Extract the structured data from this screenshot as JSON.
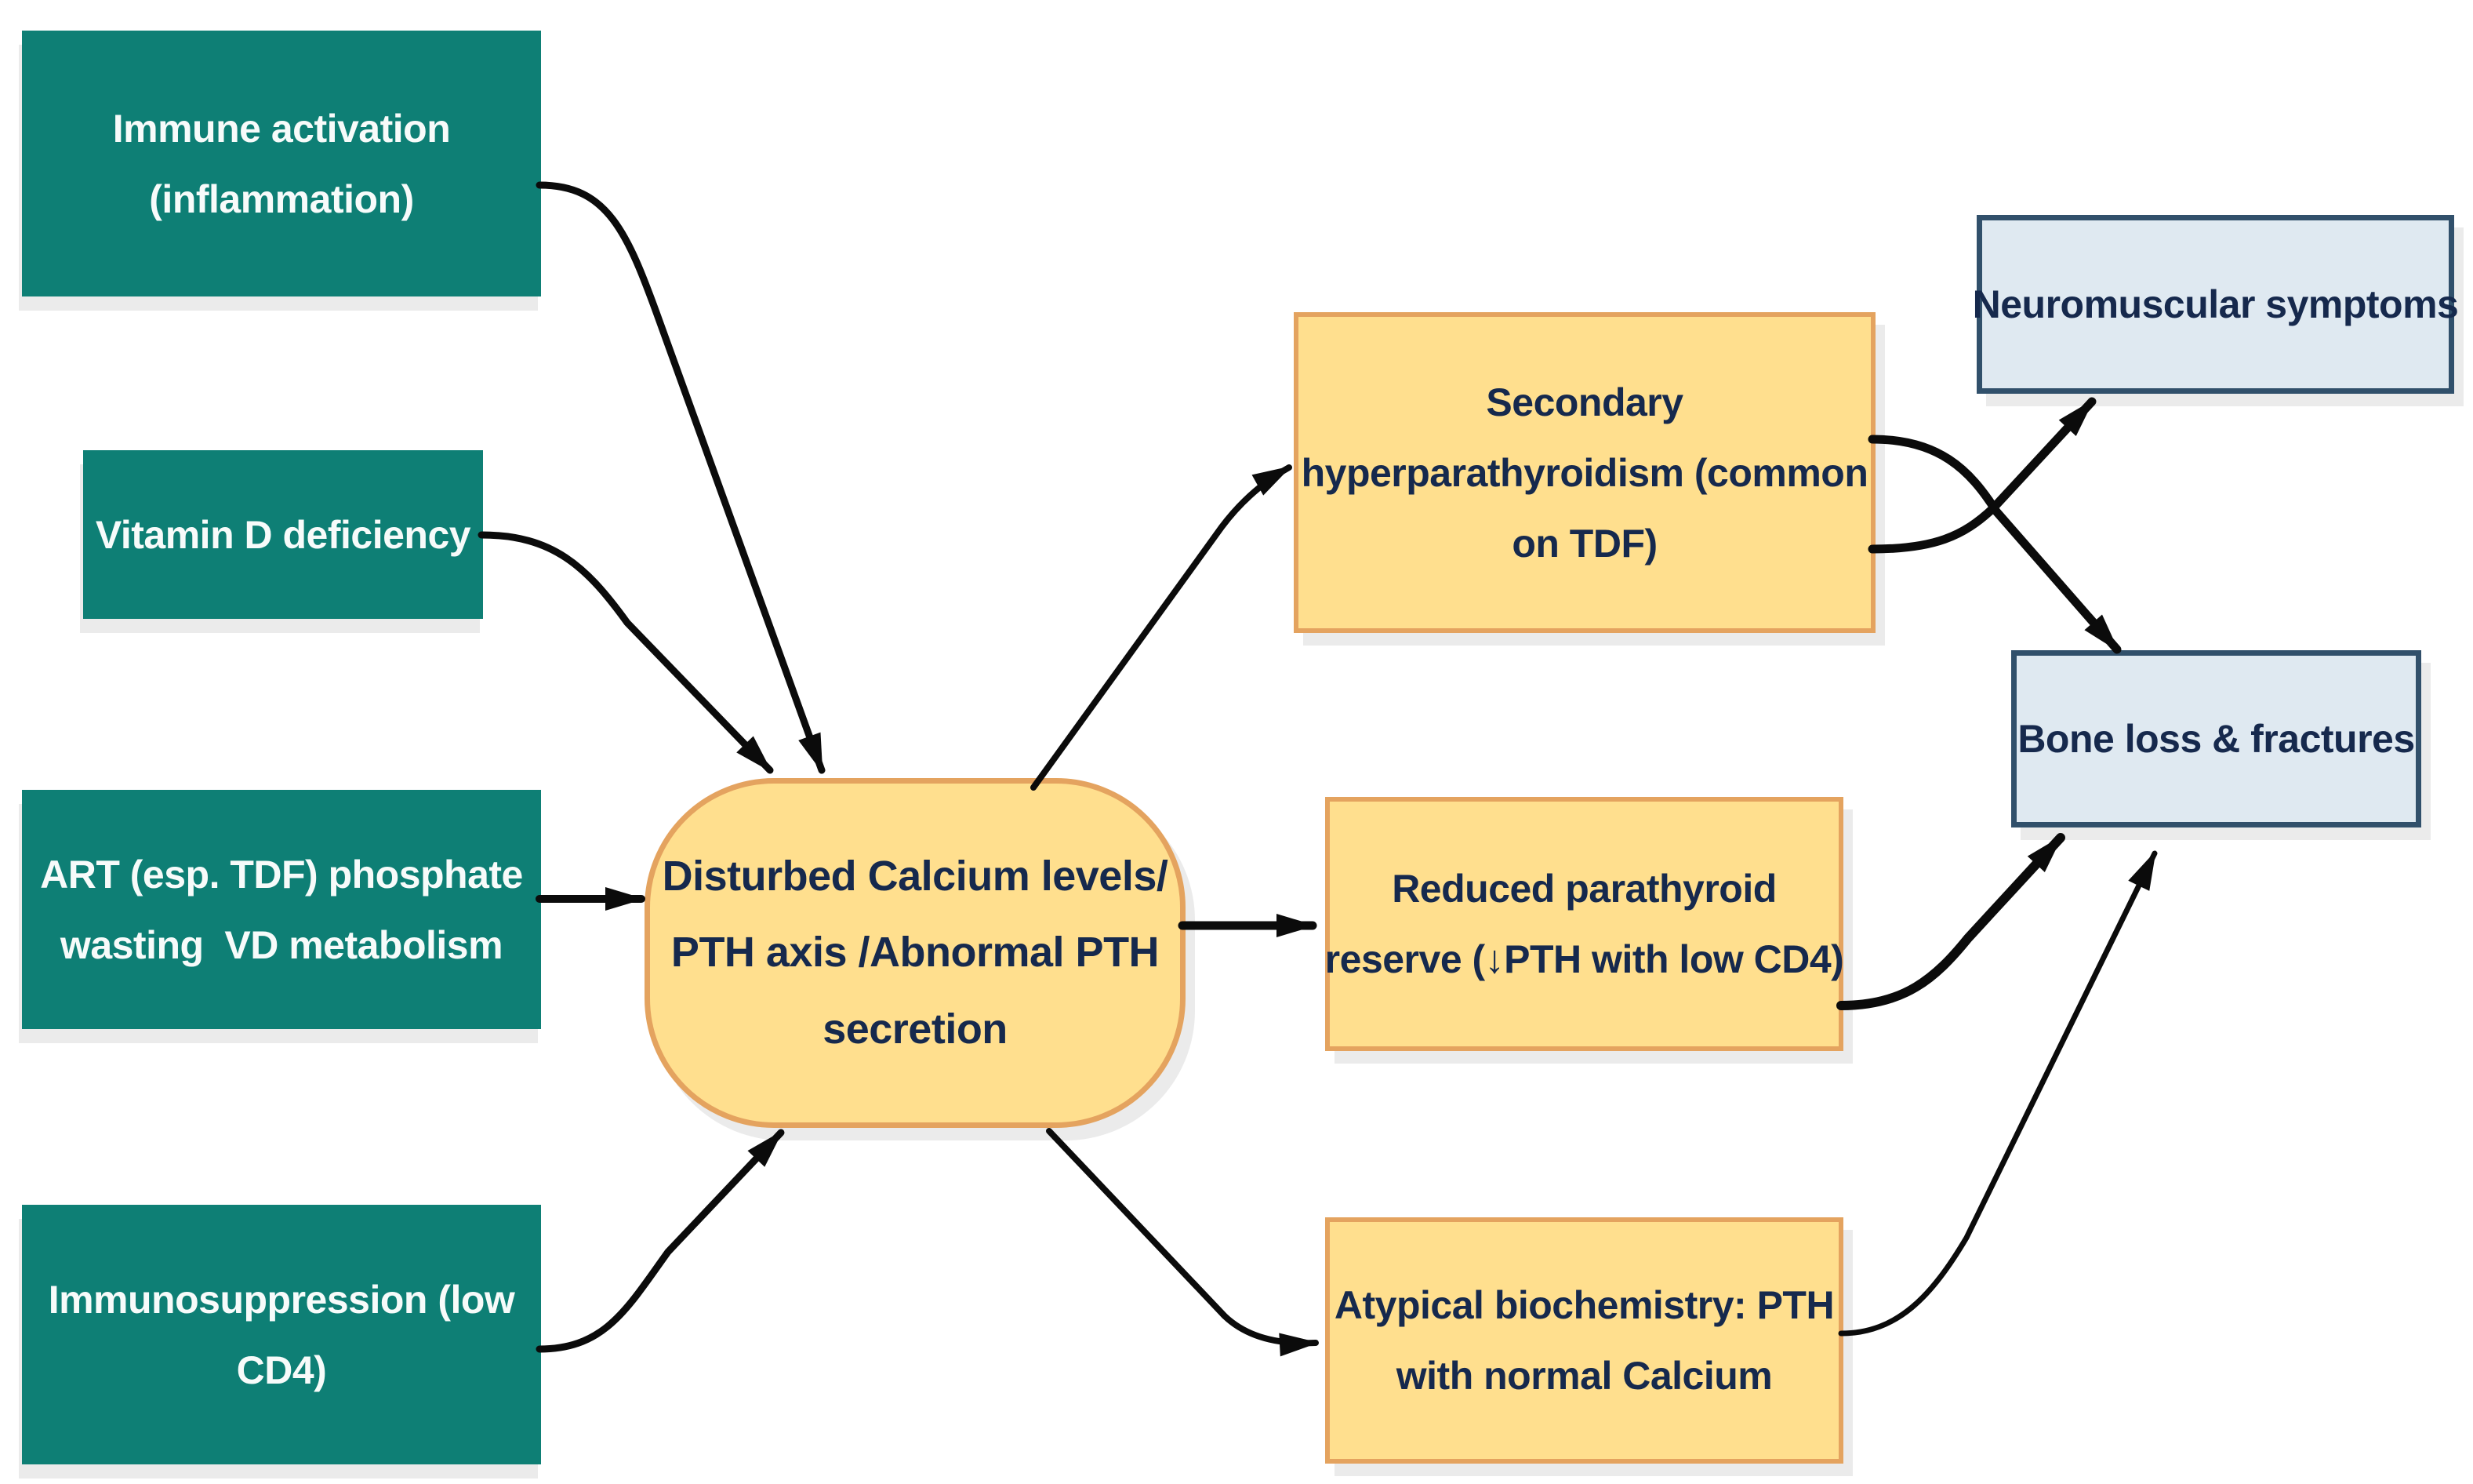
{
  "colors": {
    "teal": "#0e7f75",
    "teal-text": "#f7fbfa",
    "yellow-fill": "#ffdf8e",
    "yellow-border": "#e4a35f",
    "blue-fill": "#dfe9f1",
    "blue-border": "#31506b",
    "ink": "#16294d",
    "arrow": "#0b0b0b",
    "bg": "#ffffff"
  },
  "nodes": {
    "immune": {
      "label": "Immune activation\n(inflammation)",
      "role": "cause"
    },
    "vitamin_d": {
      "label": "Vitamin D deficiency",
      "role": "cause"
    },
    "art": {
      "label": "ART (esp. TDF) phosphate\nwasting  VD metabolism",
      "role": "cause"
    },
    "immunosuppression": {
      "label": "Immunosuppression (low\nCD4)",
      "role": "cause"
    },
    "hub": {
      "label": "Disturbed Calcium levels/\nPTH axis /Abnormal PTH\nsecretion",
      "role": "central-mechanism"
    },
    "secondary_hpt": {
      "label": "Secondary\nhyperparathyroidism (common\non TDF)",
      "role": "consequence"
    },
    "reduced_reserve": {
      "label": "Reduced parathyroid\nreserve (↓PTH with low CD4)",
      "role": "consequence"
    },
    "atypical_biochem": {
      "label": "Atypical biochemistry: PTH\nwith normal Calcium",
      "role": "consequence"
    },
    "neuromuscular": {
      "label": "Neuromuscular symptoms",
      "role": "outcome"
    },
    "bone_loss": {
      "label": "Bone loss & fractures",
      "role": "outcome"
    }
  },
  "edges": [
    {
      "from": "immune",
      "to": "hub"
    },
    {
      "from": "vitamin_d",
      "to": "hub"
    },
    {
      "from": "art",
      "to": "hub"
    },
    {
      "from": "immunosuppression",
      "to": "hub"
    },
    {
      "from": "hub",
      "to": "secondary_hpt"
    },
    {
      "from": "hub",
      "to": "reduced_reserve"
    },
    {
      "from": "hub",
      "to": "atypical_biochem"
    },
    {
      "from": "secondary_hpt",
      "to": "neuromuscular"
    },
    {
      "from": "secondary_hpt",
      "to": "bone_loss"
    },
    {
      "from": "reduced_reserve",
      "to": "bone_loss"
    },
    {
      "from": "atypical_biochem",
      "to": "bone_loss"
    }
  ]
}
